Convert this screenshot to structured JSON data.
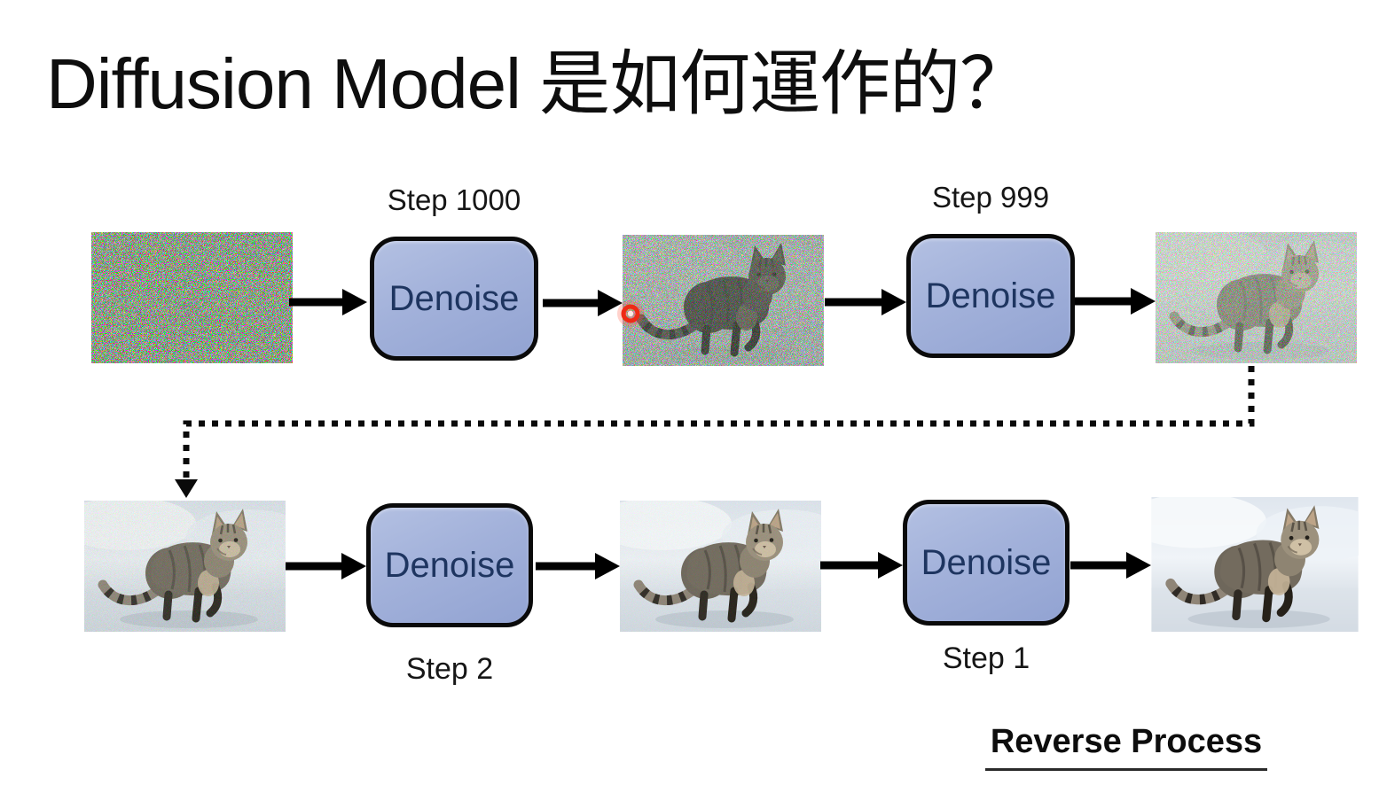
{
  "slide": {
    "title": "Diffusion Model 是如何運作的？",
    "footer_label": "Reverse Process"
  },
  "process": {
    "denoise_label": "Denoise",
    "steps": [
      {
        "step": "Step 1000",
        "position": "above-box"
      },
      {
        "step": "Step 999",
        "position": "above-box"
      },
      {
        "step": "Step 2",
        "position": "below-box"
      },
      {
        "step": "Step 1",
        "position": "below-box"
      }
    ],
    "images": [
      {
        "id": "random-noise",
        "caption": "pure random color noise"
      },
      {
        "id": "cat-in-heavy-noise",
        "caption": "cat silhouette barely visible in heavy noise"
      },
      {
        "id": "cat-in-light-noise",
        "caption": "cat visible through light noise"
      },
      {
        "id": "cat-denoised",
        "caption": "denoised cat on snow"
      },
      {
        "id": "cat-almost-clean",
        "caption": "almost clean cat on snow"
      },
      {
        "id": "cat-clean",
        "caption": "clean cat photo on snow"
      }
    ],
    "flow_direction": "left-to-right, top row then bottom row"
  },
  "colors": {
    "background": "#ffffff",
    "box_fill_light": "#b3c0e2",
    "box_fill_dark": "#92a3d2",
    "box_border": "#0a0a0a",
    "box_text": "#1e3560",
    "arrow": "#000000",
    "laser_dot": "#ee2b16",
    "text": "#0e0e0e"
  }
}
